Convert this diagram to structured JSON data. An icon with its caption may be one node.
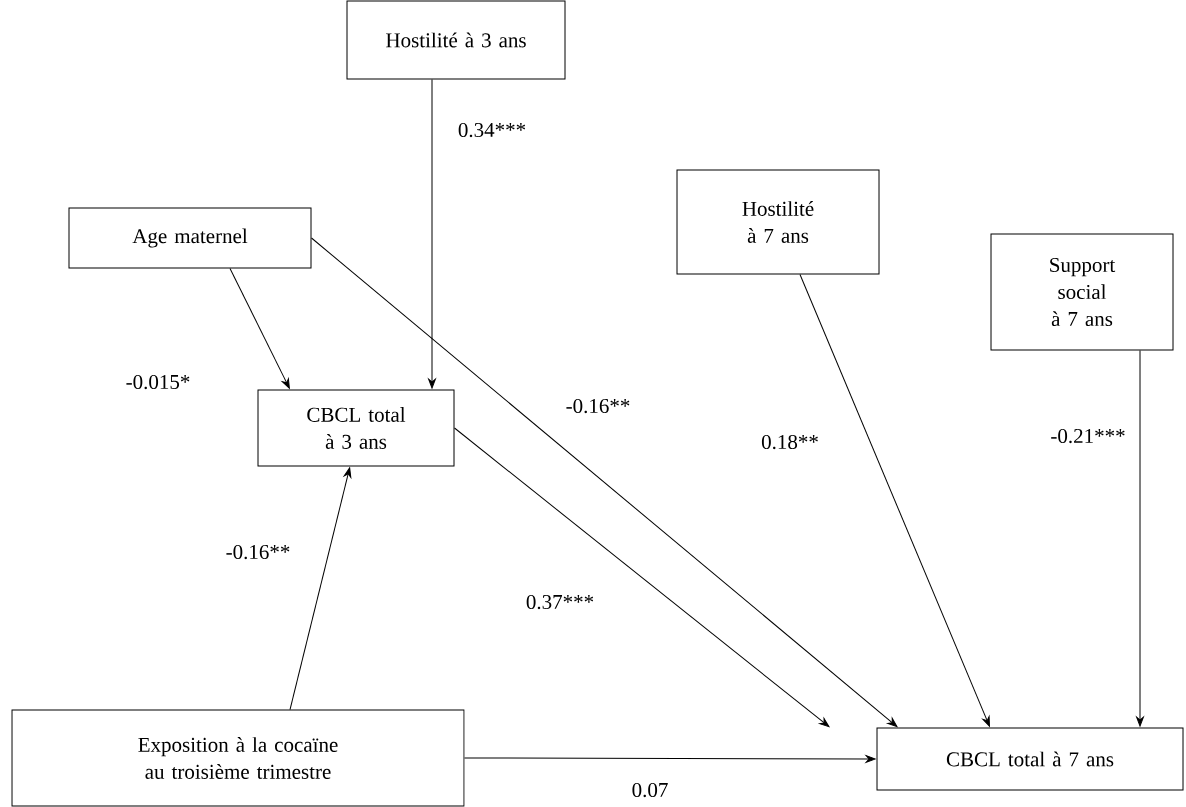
{
  "diagram": {
    "nodes": [
      {
        "text": [
          "Hostilité à 3 ans"
        ]
      },
      {
        "text": [
          "Age maternel"
        ]
      },
      {
        "text": [
          "Hostilité à 7 ans"
        ]
      },
      {
        "text": [
          "Support social à 7 ans"
        ]
      },
      {
        "text": [
          "CBCL total à 3 ans"
        ]
      },
      {
        "text": [
          "Exposition à la cocaïne au troisième trimestre"
        ]
      },
      {
        "text": [
          "CBCL total à 7 ans"
        ]
      }
    ],
    "edges": [
      {
        "from": 0,
        "to": 4,
        "arrow": "to",
        "label": "0.34***"
      },
      {
        "from": 1,
        "to": 4,
        "arrow": "to",
        "label": "-0.015*"
      },
      {
        "from": 1,
        "to": 6,
        "arrow": "to",
        "label": "-0.16**"
      },
      {
        "from": 2,
        "to": 6,
        "arrow": "to",
        "label": "0.18**"
      },
      {
        "from": 3,
        "to": 6,
        "arrow": "to",
        "label": "-0.21***"
      },
      {
        "from": 4,
        "to": 6,
        "arrow": "to",
        "label": "0.37***"
      },
      {
        "from": 5,
        "to": 4,
        "arrow": "to",
        "label": "-0.16**"
      },
      {
        "from": 5,
        "to": 6,
        "arrow": "to",
        "label": "0.07"
      }
    ]
  }
}
